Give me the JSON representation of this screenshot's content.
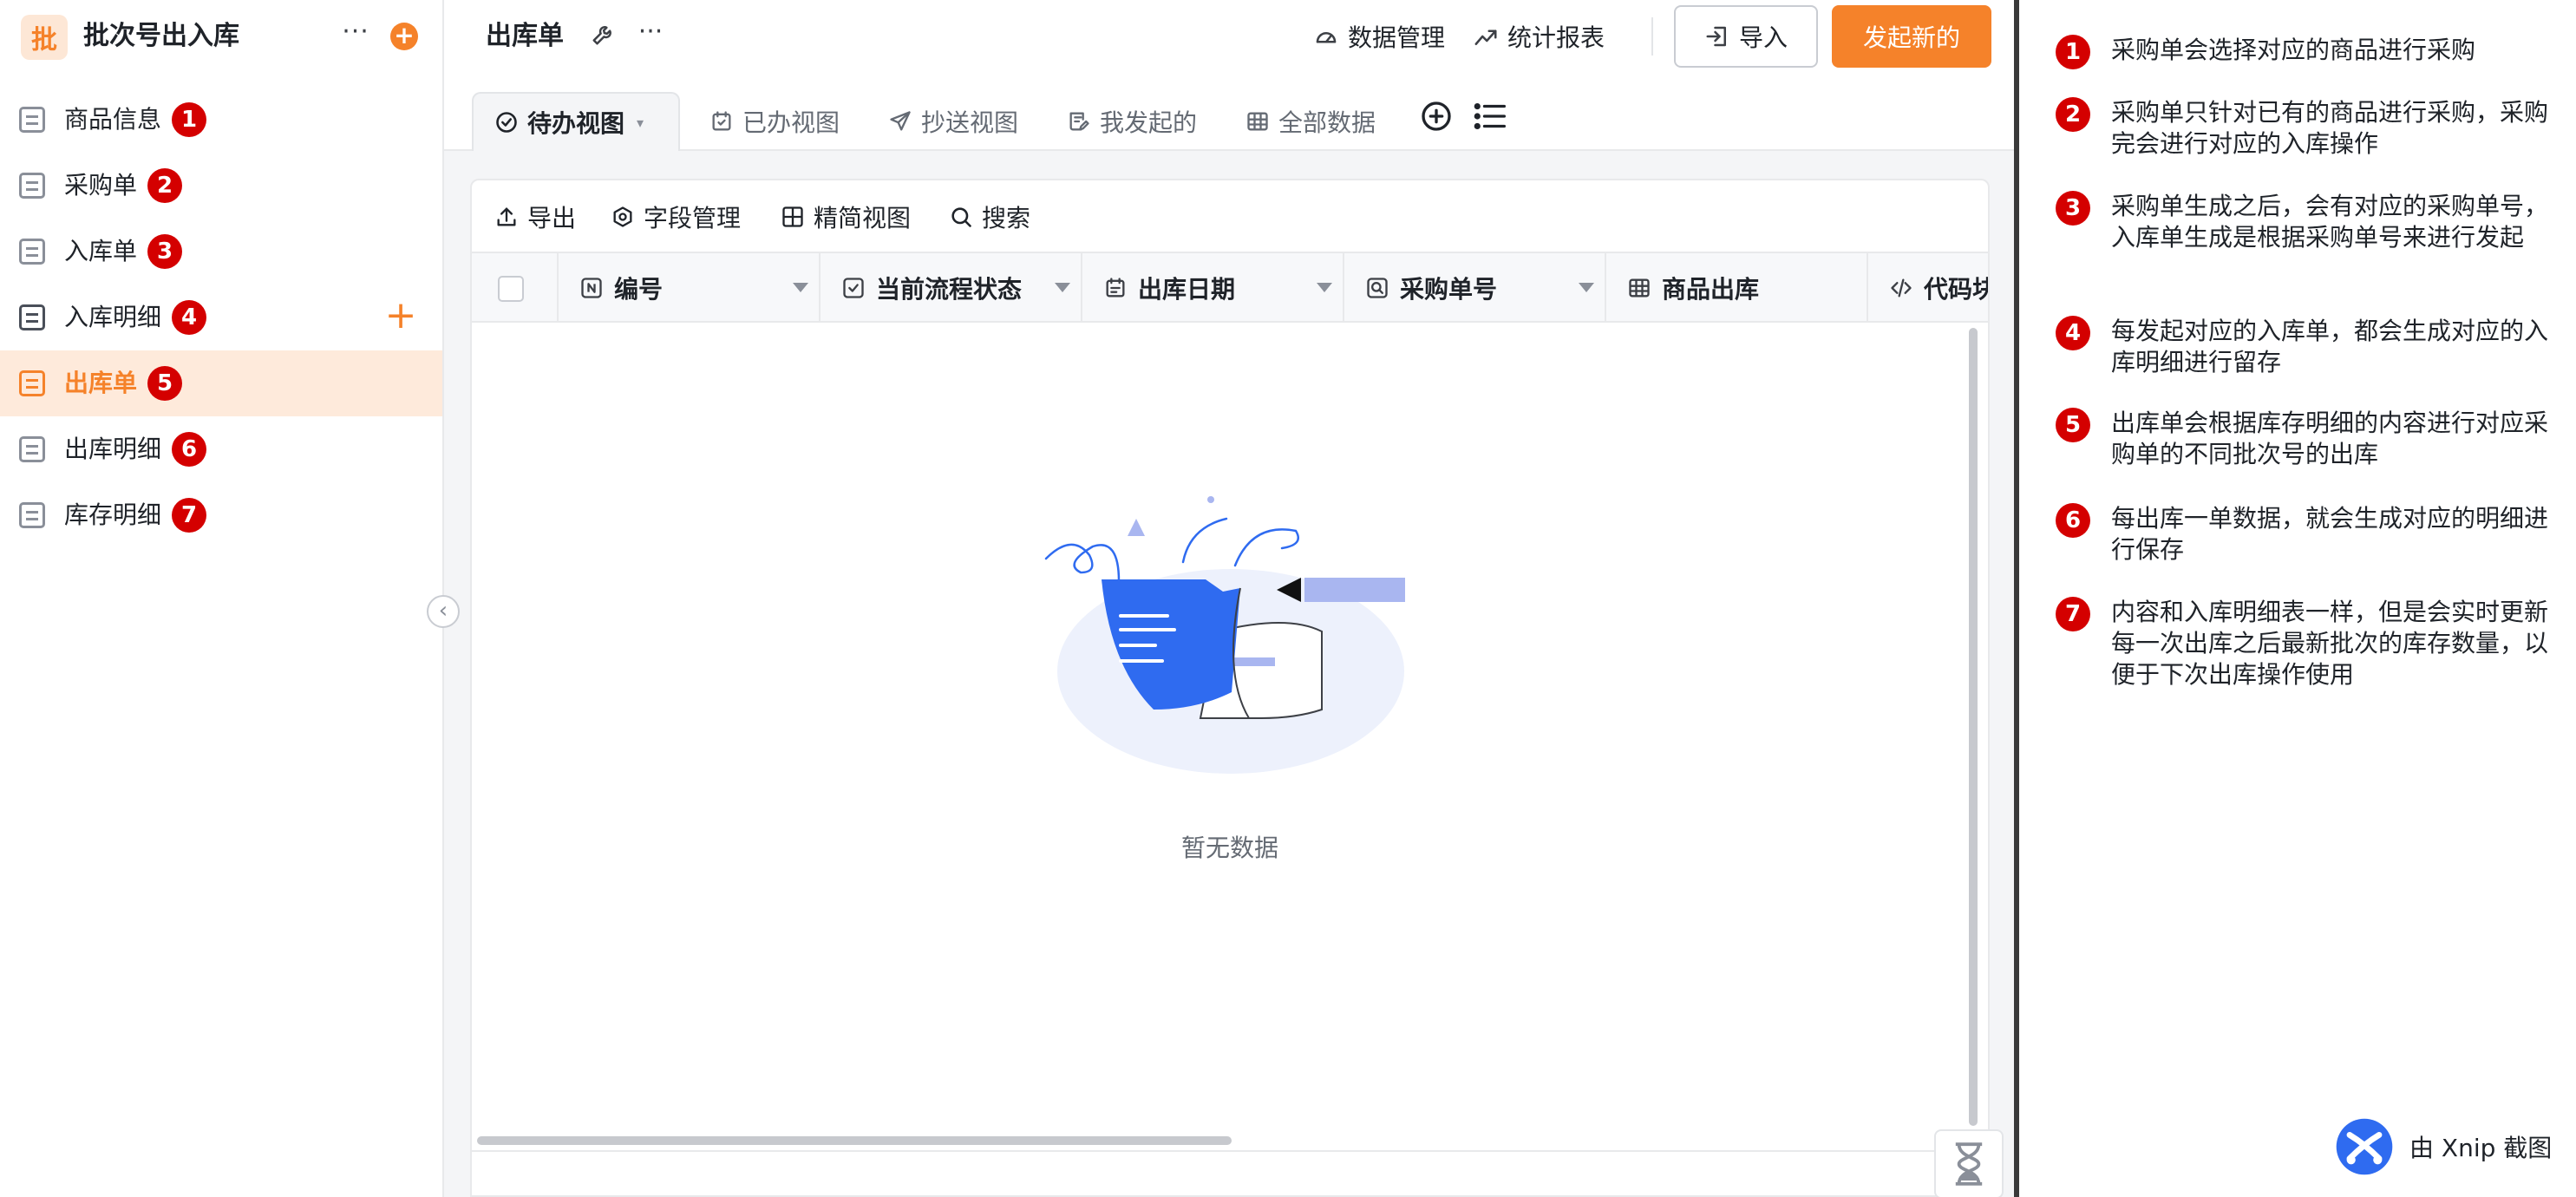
{
  "sidebar": {
    "logo_char": "批",
    "app_title": "批次号出入库",
    "more": "···",
    "add": "+",
    "items": [
      {
        "label": "商品信息",
        "badge": "1"
      },
      {
        "label": "采购单",
        "badge": "2"
      },
      {
        "label": "入库单",
        "badge": "3"
      },
      {
        "label": "入库明细",
        "badge": "4",
        "plus": "+"
      },
      {
        "label": "出库单",
        "badge": "5"
      },
      {
        "label": "出库明细",
        "badge": "6"
      },
      {
        "label": "库存明细",
        "badge": "7"
      }
    ],
    "active_index": 4,
    "collapse": "‹"
  },
  "topbar": {
    "title": "出库单",
    "more": "···",
    "data_manage": "数据管理",
    "reports": "统计报表",
    "import": "导入",
    "new": "发起新的"
  },
  "tabs": {
    "items": [
      "待办视图",
      "已办视图",
      "抄送视图",
      "我发起的",
      "全部数据"
    ],
    "active_index": 0,
    "caret": "▾"
  },
  "toolbar": {
    "export": "导出",
    "fields": "字段管理",
    "compact": "精简视图",
    "search": "搜索"
  },
  "table": {
    "columns": [
      "编号",
      "当前流程状态",
      "出库日期",
      "采购单号",
      "商品出库",
      "代码块"
    ]
  },
  "empty": {
    "text": "暂无数据"
  },
  "notes": [
    {
      "n": "1",
      "text": "采购单会选择对应的商品进行采购"
    },
    {
      "n": "2",
      "text": "采购单只针对已有的商品进行采购，采购完会进行对应的入库操作"
    },
    {
      "n": "3",
      "text": "采购单生成之后，会有对应的采购单号，入库单生成是根据采购单号来进行发起"
    },
    {
      "n": "4",
      "text": "每发起对应的入库单，都会生成对应的入库明细进行留存"
    },
    {
      "n": "5",
      "text": "出库单会根据库存明细的内容进行对应采购单的不同批次号的出库"
    },
    {
      "n": "6",
      "text": "每出库一单数据，就会生成对应的明细进行保存"
    },
    {
      "n": "7",
      "text": "内容和入库明细表一样，但是会实时更新每一次出库之后最新批次的库存数量，以便于下次出库操作使用"
    }
  ],
  "watermark": {
    "text": "由 Xnip 截图"
  },
  "colors": {
    "accent": "#f5822a",
    "badge": "#d40000",
    "active_bg": "#feeadb",
    "illus_blue": "#2f6bf0"
  }
}
